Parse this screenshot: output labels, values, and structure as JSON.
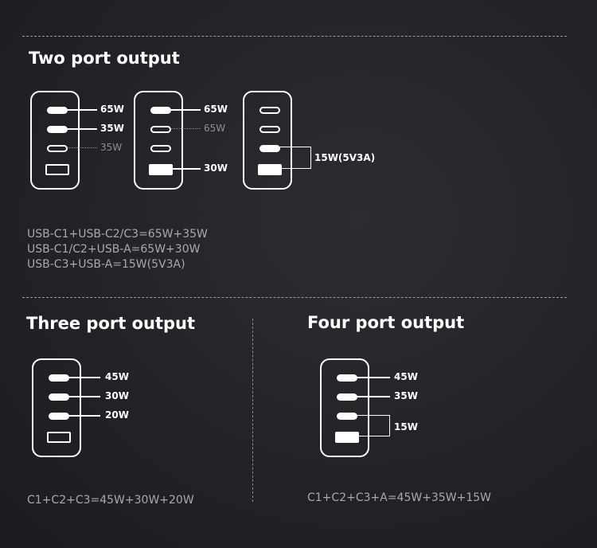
{
  "sections": {
    "two_port": {
      "title": "Two port output",
      "chargers": [
        {
          "ports": [
            {
              "type": "usb-c",
              "state": "active",
              "label": "65W"
            },
            {
              "type": "usb-c",
              "state": "active",
              "label": "35W"
            },
            {
              "type": "usb-c",
              "state": "inactive",
              "label": "35W"
            },
            {
              "type": "usb-a",
              "state": "inactive",
              "label": ""
            }
          ]
        },
        {
          "ports": [
            {
              "type": "usb-c",
              "state": "active",
              "label": "65W"
            },
            {
              "type": "usb-c",
              "state": "inactive",
              "label": "65W"
            },
            {
              "type": "usb-c",
              "state": "inactive",
              "label": ""
            },
            {
              "type": "usb-a",
              "state": "active",
              "label": "30W"
            }
          ]
        },
        {
          "ports": [
            {
              "type": "usb-c",
              "state": "inactive",
              "label": ""
            },
            {
              "type": "usb-c",
              "state": "inactive",
              "label": ""
            },
            {
              "type": "usb-c",
              "state": "active",
              "label": ""
            },
            {
              "type": "usb-a",
              "state": "active",
              "label": ""
            }
          ],
          "combined_label": "15W(5V3A)"
        }
      ],
      "captions": [
        "USB-C1+USB-C2/C3=65W+35W",
        "USB-C1/C2+USB-A=65W+30W",
        "USB-C3+USB-A=15W(5V3A)"
      ]
    },
    "three_port": {
      "title": "Three port output",
      "charger": {
        "ports": [
          {
            "type": "usb-c",
            "state": "active",
            "label": "45W"
          },
          {
            "type": "usb-c",
            "state": "active",
            "label": "30W"
          },
          {
            "type": "usb-c",
            "state": "active",
            "label": "20W"
          },
          {
            "type": "usb-a",
            "state": "inactive",
            "label": ""
          }
        ]
      },
      "caption": "C1+C2+C3=45W+30W+20W"
    },
    "four_port": {
      "title": "Four port output",
      "charger": {
        "ports": [
          {
            "type": "usb-c",
            "state": "active",
            "label": "45W"
          },
          {
            "type": "usb-c",
            "state": "active",
            "label": "35W"
          },
          {
            "type": "usb-c",
            "state": "active",
            "label": ""
          },
          {
            "type": "usb-a",
            "state": "active",
            "label": ""
          }
        ],
        "combined_label": "15W"
      },
      "caption": "C1+C2+C3+A=45W+35W+15W"
    }
  },
  "colors": {
    "background": "#232428",
    "foreground": "#ffffff",
    "dim": "#8e8e8e",
    "caption": "#a9a9ab"
  }
}
